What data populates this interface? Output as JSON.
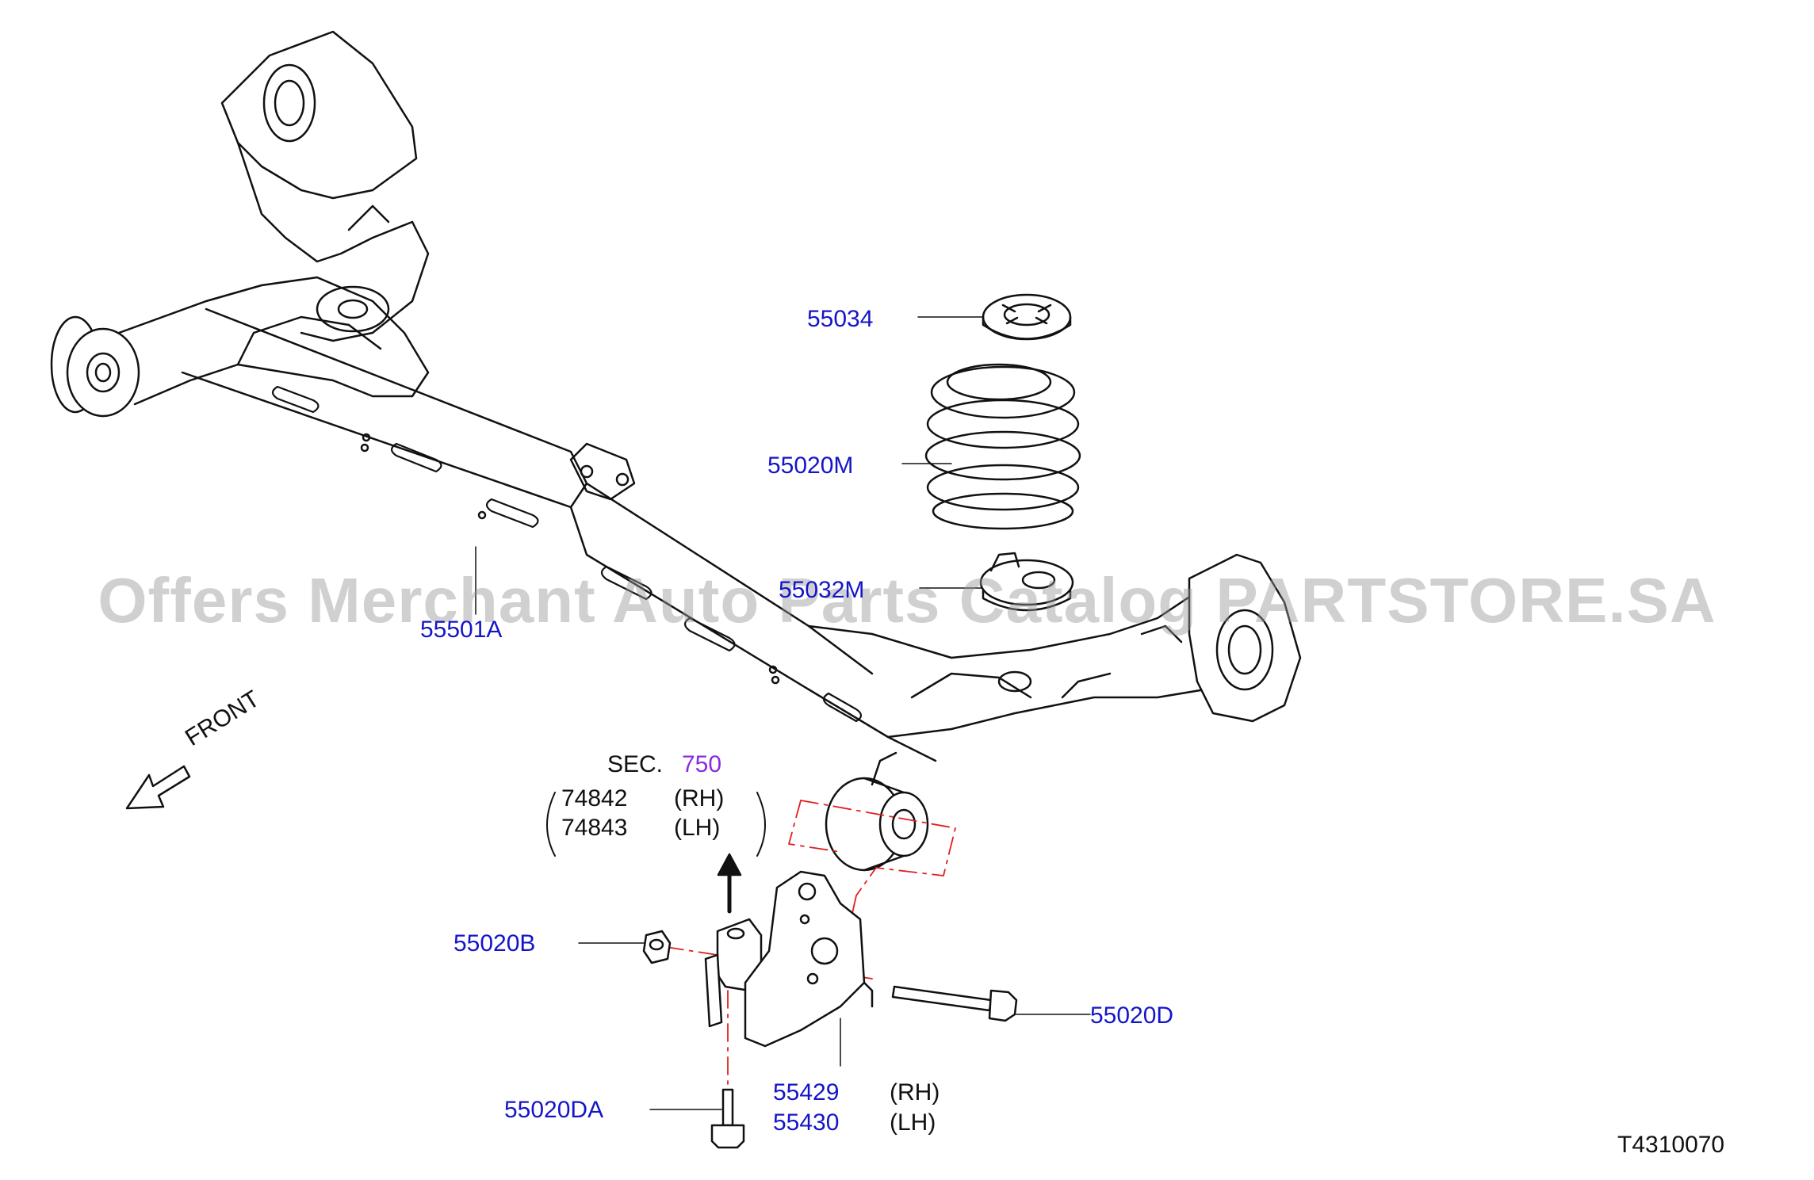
{
  "watermark": "Offers Merchant Auto Parts Catalog PARTSTORE.SA",
  "diagram_code": "T4310070",
  "direction_label": "FRONT",
  "section_ref": {
    "prefix": "SEC.",
    "number": "750",
    "items": [
      {
        "code": "74842",
        "side": "(RH)"
      },
      {
        "code": "74843",
        "side": "(LH)"
      }
    ]
  },
  "parts": {
    "p55034": "55034",
    "p55020M": "55020M",
    "p55032M": "55032M",
    "p55501A": "55501A",
    "p55020B": "55020B",
    "p55020D": "55020D",
    "p55020DA": "55020DA",
    "bracket": [
      {
        "code": "55429",
        "side": "(RH)"
      },
      {
        "code": "55430",
        "side": "(LH)"
      }
    ]
  },
  "colors": {
    "part_label": "#1515c8",
    "section_number": "#8a2be2",
    "centerline": "#e02020",
    "line_art": "#111111"
  }
}
